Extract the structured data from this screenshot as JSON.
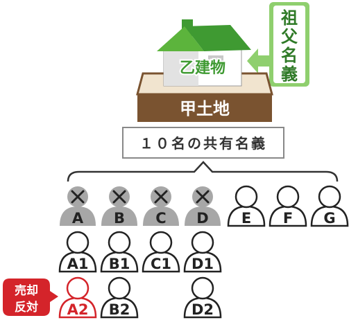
{
  "house": {
    "building_label": "乙建物",
    "land_label": "甲土地",
    "owner_label": "祖父名義",
    "colors": {
      "roof": "#3f9a32",
      "roof_light": "#5cb43c",
      "wall": "#eeeeee",
      "ground": "#7a5330",
      "ground_top": "#f0e0c8",
      "owner_box": "#8fcf6e",
      "owner_text": "#2f7a27"
    }
  },
  "shared_box": {
    "label": "１０名の共有名義"
  },
  "persons": [
    {
      "label": "A",
      "deceased": true
    },
    {
      "label": "B",
      "deceased": true
    },
    {
      "label": "C",
      "deceased": true
    },
    {
      "label": "D",
      "deceased": true
    },
    {
      "label": "E",
      "deceased": false
    },
    {
      "label": "F",
      "deceased": false
    },
    {
      "label": "G",
      "deceased": false
    },
    {
      "label": "A1",
      "deceased": false
    },
    {
      "label": "B1",
      "deceased": false
    },
    {
      "label": "C1",
      "deceased": false
    },
    {
      "label": "D1",
      "deceased": false
    },
    {
      "label": "A2",
      "deceased": false,
      "opposed": true
    },
    {
      "label": "B2",
      "deceased": false
    },
    {
      "label": "D2",
      "deceased": false
    }
  ],
  "opposition_bubble": {
    "line1": "売却",
    "line2": "反対",
    "color": "#d4242a"
  },
  "icon_names": {
    "deceased_mark": "cross-icon",
    "person": "person-icon",
    "house": "house-icon",
    "arrow": "arrow-left-icon"
  }
}
